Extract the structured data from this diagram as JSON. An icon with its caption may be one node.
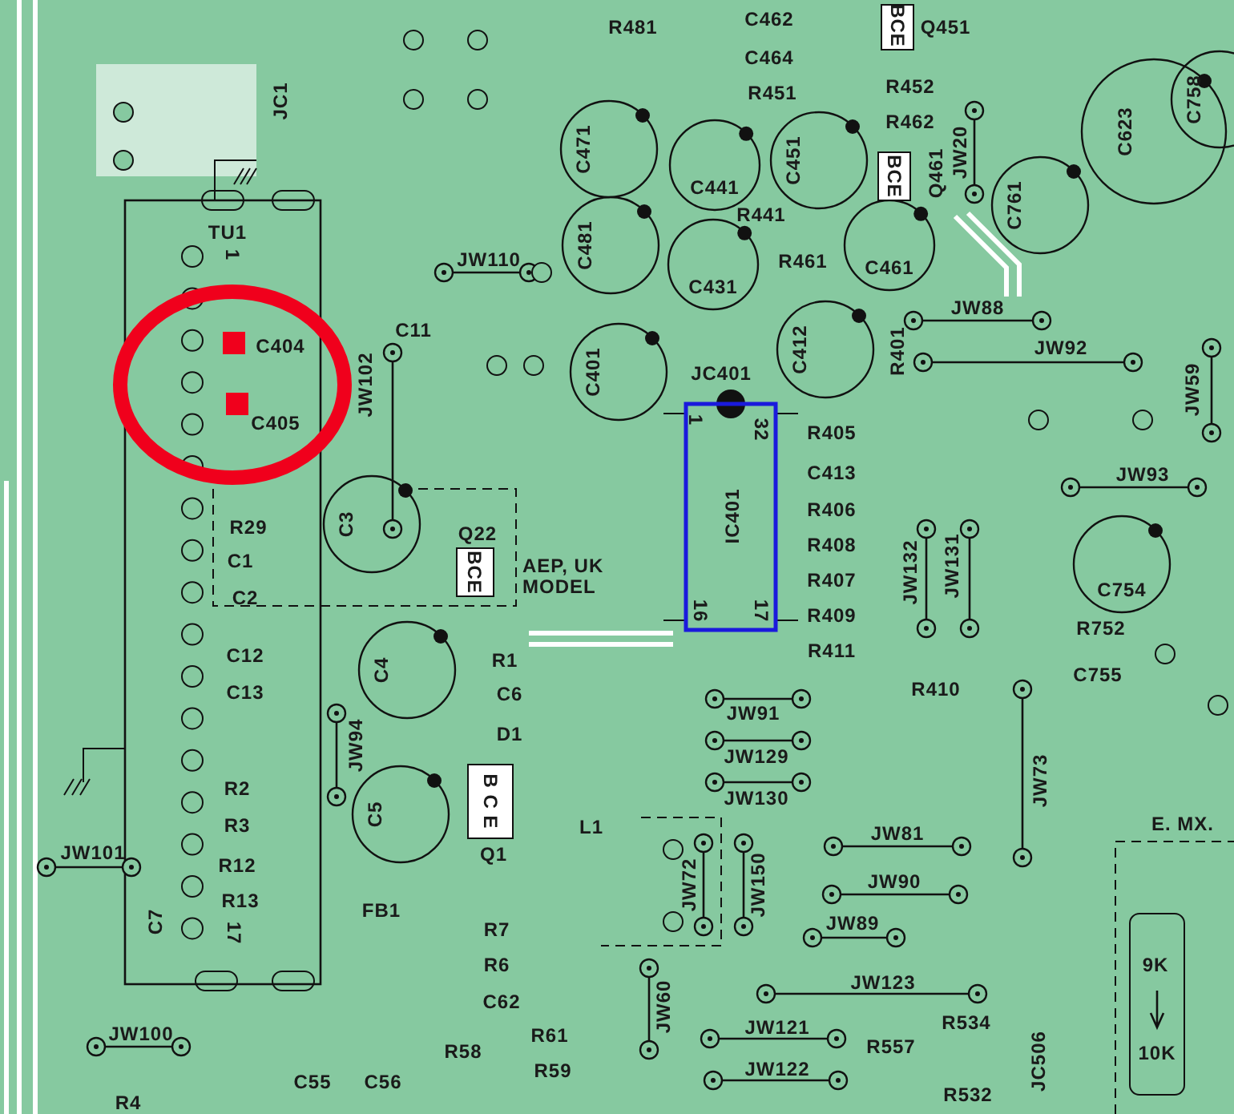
{
  "diagram": {
    "labels": [
      "R481",
      "C462",
      "Q451",
      "BCE",
      "JC1",
      "C464",
      "R452",
      "C758",
      "R451",
      "R462",
      "C623",
      "JW20",
      "C471",
      "C441",
      "C451",
      "BCE",
      "Q461",
      "R441",
      "TU1",
      "C761",
      "C481",
      "R461",
      "1",
      "JW110",
      "C431",
      "C461",
      "JW88",
      "C11",
      "C404",
      "R401",
      "JW92",
      "C412",
      "C401",
      "JC401",
      "JW102",
      "JW59",
      "C405",
      "1",
      "32",
      "R405",
      "C413",
      "JW93",
      "R29",
      "C3",
      "Q22",
      "R406",
      "IC401",
      "BCE",
      "AEP, UK MODEL",
      "C1",
      "R408",
      "C2",
      "R407",
      "JW132",
      "JW131",
      "C754",
      "16",
      "17",
      "R409",
      "R752",
      "C12",
      "R1",
      "R411",
      "C4",
      "C755",
      "R410",
      "C13",
      "C6",
      "JW91",
      "D1",
      "JW94",
      "JW129",
      "JW73",
      "R2",
      "JW130",
      "C5",
      "B C E",
      "L1",
      "R3",
      "E. MX.",
      "JW81",
      "Q1",
      "JW101",
      "R12",
      "JW72",
      "JW150",
      "JW90",
      "FB1",
      "R13",
      "17",
      "C7",
      "R7",
      "JW89",
      "R6",
      "9K",
      "JW123",
      "JW60",
      "C62",
      "JW100",
      "R61",
      "JW121",
      "R534",
      "R557",
      "10K",
      "R58",
      "JW122",
      "JC506",
      "R59",
      "R532",
      "C55",
      "C56",
      "R4"
    ]
  }
}
